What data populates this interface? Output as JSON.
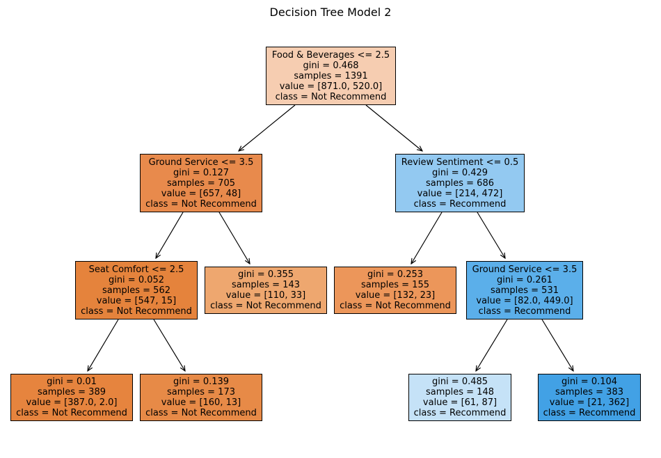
{
  "title": "Decision Tree Model 2",
  "colors": {
    "root": "#f6cdb1",
    "n1": "#e88a4c",
    "n2": "#e5833c",
    "n3": "#e6843e",
    "n4": "#e78a47",
    "n5": "#eea76f",
    "n6": "#93c9f1",
    "n7": "#ec965a",
    "n8": "#5bafea",
    "n9": "#c5e2f7",
    "n10": "#42a1e5"
  },
  "nodes": {
    "root": {
      "split": "Food & Beverages <= 2.5",
      "gini": "gini = 0.468",
      "samples": "samples = 1391",
      "value": "value = [871.0, 520.0]",
      "class": "class = Not Recommend"
    },
    "n1": {
      "split": "Ground Service <= 3.5",
      "gini": "gini = 0.127",
      "samples": "samples = 705",
      "value": "value = [657, 48]",
      "class": "class = Not Recommend"
    },
    "n2": {
      "split": "Seat Comfort <= 2.5",
      "gini": "gini = 0.052",
      "samples": "samples = 562",
      "value": "value = [547, 15]",
      "class": "class = Not Recommend"
    },
    "n3": {
      "gini": "gini = 0.01",
      "samples": "samples = 389",
      "value": "value = [387.0, 2.0]",
      "class": "class = Not Recommend"
    },
    "n4": {
      "gini": "gini = 0.139",
      "samples": "samples = 173",
      "value": "value = [160, 13]",
      "class": "class = Not Recommend"
    },
    "n5": {
      "gini": "gini = 0.355",
      "samples": "samples = 143",
      "value": "value = [110, 33]",
      "class": "class = Not Recommend"
    },
    "n6": {
      "split": "Review Sentiment <= 0.5",
      "gini": "gini = 0.429",
      "samples": "samples = 686",
      "value": "value = [214, 472]",
      "class": "class = Recommend"
    },
    "n7": {
      "gini": "gini = 0.253",
      "samples": "samples = 155",
      "value": "value = [132, 23]",
      "class": "class = Not Recommend"
    },
    "n8": {
      "split": "Ground Service <= 3.5",
      "gini": "gini = 0.261",
      "samples": "samples = 531",
      "value": "value = [82.0, 449.0]",
      "class": "class = Recommend"
    },
    "n9": {
      "gini": "gini = 0.485",
      "samples": "samples = 148",
      "value": "value = [61, 87]",
      "class": "class = Recommend"
    },
    "n10": {
      "gini": "gini = 0.104",
      "samples": "samples = 383",
      "value": "value = [21, 362]",
      "class": "class = Recommend"
    }
  }
}
